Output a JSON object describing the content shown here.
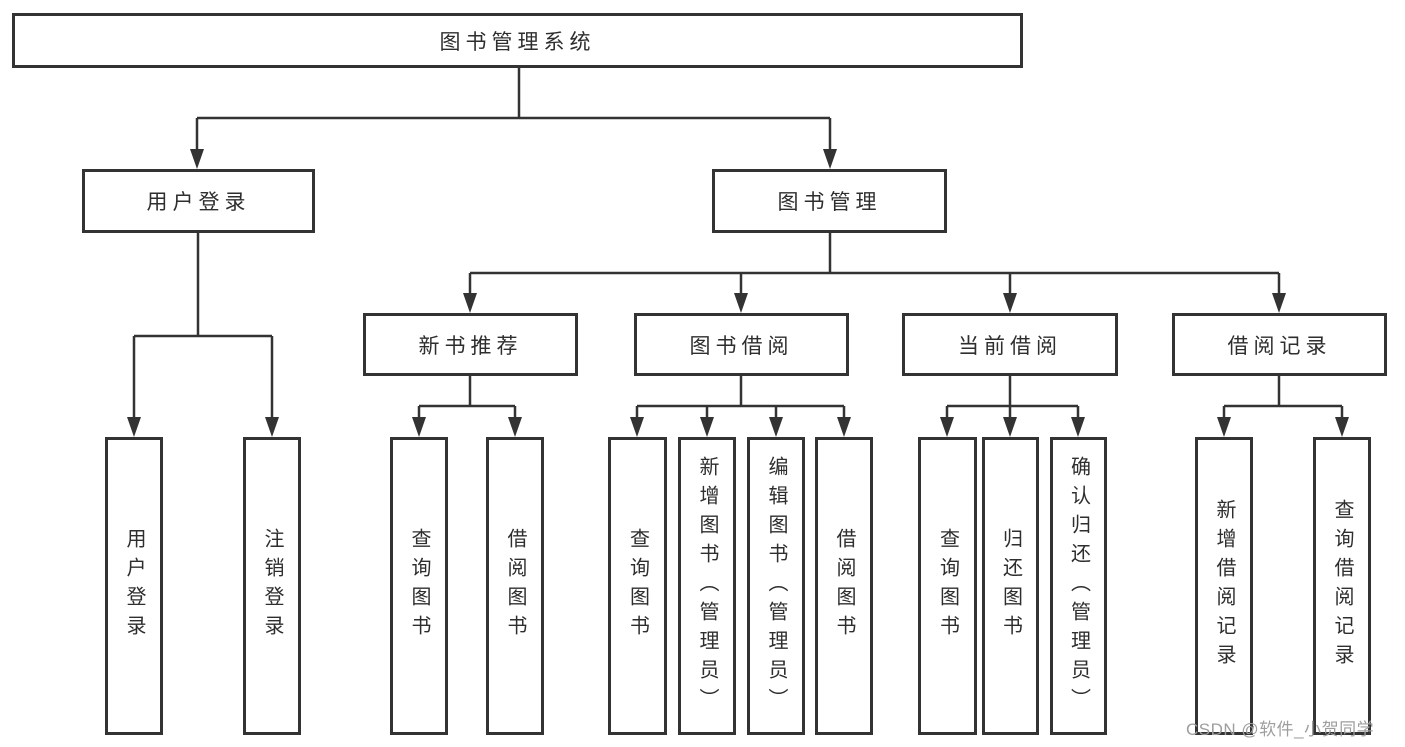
{
  "diagram": {
    "background_color": "#ffffff",
    "line_color": "#333333",
    "text_color": "#2e2e2e",
    "tree": {
      "label": "图书管理系统",
      "children": [
        {
          "label": "用户登录",
          "children": [
            {
              "label": "用户登录"
            },
            {
              "label": "注销登录"
            }
          ]
        },
        {
          "label": "图书管理",
          "children": [
            {
              "label": "新书推荐",
              "children": [
                {
                  "label": "查询图书"
                },
                {
                  "label": "借阅图书"
                }
              ]
            },
            {
              "label": "图书借阅",
              "children": [
                {
                  "label": "查询图书"
                },
                {
                  "label": "新增图书（管理员）"
                },
                {
                  "label": "编辑图书（管理员）"
                },
                {
                  "label": "借阅图书"
                }
              ]
            },
            {
              "label": "当前借阅",
              "children": [
                {
                  "label": "查询图书"
                },
                {
                  "label": "归还图书"
                },
                {
                  "label": "确认归还（管理员）"
                }
              ]
            },
            {
              "label": "借阅记录",
              "children": [
                {
                  "label": "新增借阅记录"
                },
                {
                  "label": "查询借阅记录"
                }
              ]
            }
          ]
        }
      ]
    }
  },
  "watermark": {
    "text": "CSDN @软件_小贺同学",
    "color": "#9e9e9e"
  }
}
